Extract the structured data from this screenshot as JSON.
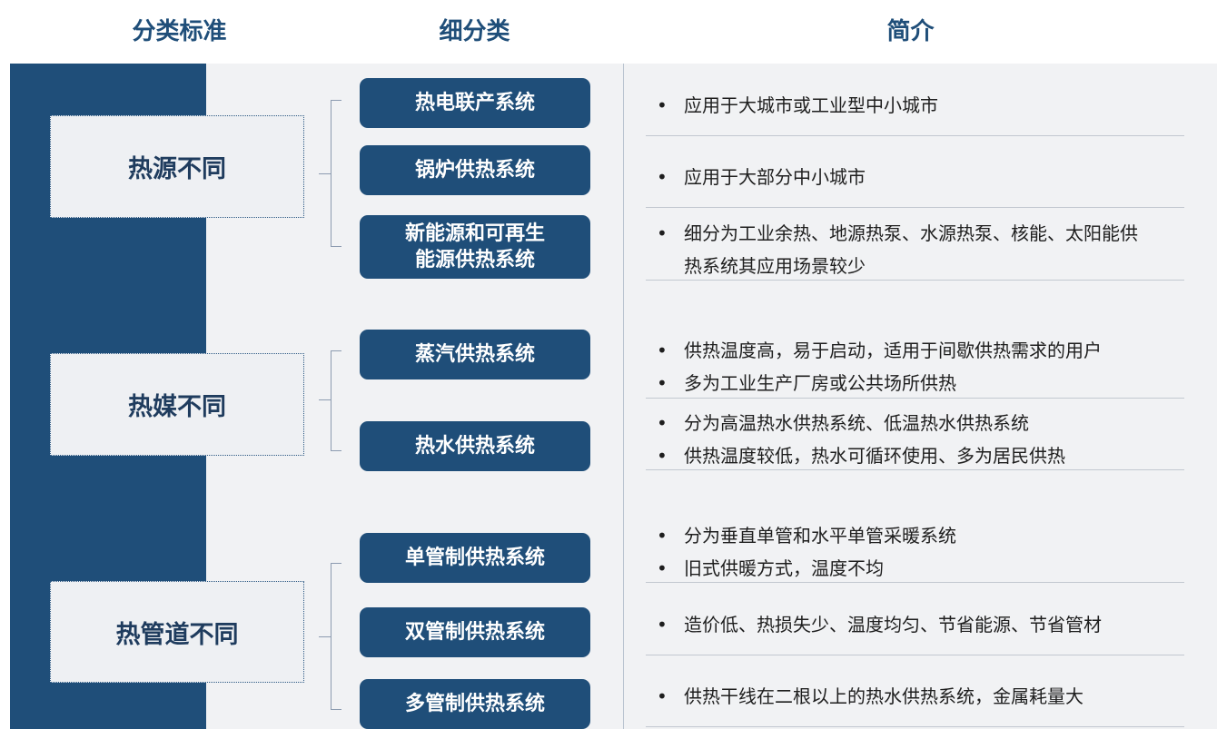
{
  "headers": {
    "category": "分类标准",
    "subcategory": "细分类",
    "intro": "简介"
  },
  "bullet": "•",
  "categories": [
    "热源不同",
    "热媒不同",
    "热管道不同"
  ],
  "subcategories": [
    {
      "label": "热电联产系统"
    },
    {
      "label": "锅炉供热系统"
    },
    {
      "label_line1": "新能源和可再生",
      "label_line2": "能源供热系统"
    },
    {
      "label": "蒸汽供热系统"
    },
    {
      "label": "热水供热系统"
    },
    {
      "label": "单管制供热系统"
    },
    {
      "label": "双管制供热系统"
    },
    {
      "label": "多管制供热系统"
    }
  ],
  "descriptions": {
    "d1": "应用于大城市或工业型中小城市",
    "d2": "应用于大部分中小城市",
    "d3_line1": "细分为工业余热、地源热泵、水源热泵、核能、太阳能供",
    "d3_line2": "热系统其应用场景较少",
    "d4a": "供热温度高，易于启动，适用于间歇供热需求的用户",
    "d4b": "多为工业生产厂房或公共场所供热",
    "d5a": "分为高温热水供热系统、低温热水供热系统",
    "d5b": "供热温度较低，热水可循环使用、多为居民供热",
    "d6a": "分为垂直单管和水平单管采暖系统",
    "d6b": "旧式供暖方式，温度不均",
    "d7": "造价低、热损失少、温度均匀、节省能源、节省管材",
    "d8": "供热干线在二根以上的热水供热系统，金属耗量大"
  }
}
